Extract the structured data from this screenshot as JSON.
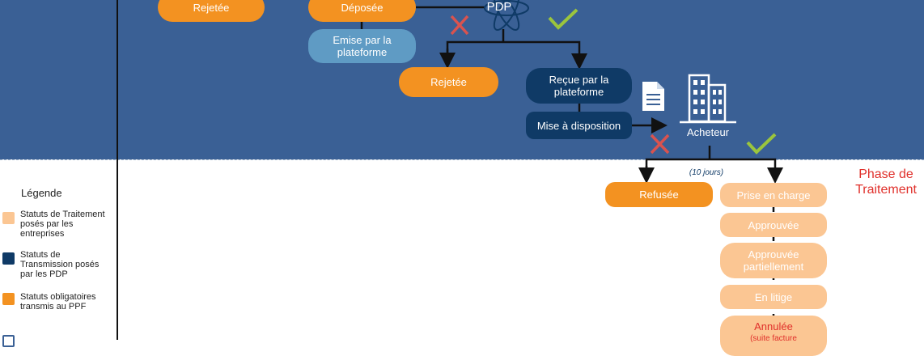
{
  "statuses": {
    "rejetee_top": "Rejetée",
    "deposee": "Déposée",
    "emise": "Emise par la plateforme",
    "rejetee_mid": "Rejetée",
    "recue": "Reçue par la plateforme",
    "mise": "Mise à disposition",
    "refusee": "Refusée",
    "prise": "Prise en charge",
    "approuvee": "Approuvée",
    "partielle": "Approuvée partiellement",
    "litige": "En litige",
    "annulee": "Annulée",
    "annulee_note": "(suite facture"
  },
  "labels": {
    "pdp": "PDP",
    "acheteur": "Acheteur",
    "delay": "(10 jours)",
    "phase": "Phase de Traitement"
  },
  "legend": {
    "title": "Légende",
    "items": [
      {
        "text": "Statuts de Traitement posés par les entreprises",
        "color": "#fbc693"
      },
      {
        "text": "Statuts de Transmission posés par les PDP",
        "color": "#0f3a66"
      },
      {
        "text": "Statuts obligatoires transmis au PPF",
        "color": "#f39221"
      }
    ]
  },
  "colors": {
    "band": "#3a6095",
    "orange": "#f39221",
    "navy": "#0f3a66",
    "steel": "#5f9bc4",
    "peach": "#fbc693",
    "cross": "#d9534f",
    "check": "#9bc53d",
    "phase": "#e0302b"
  }
}
